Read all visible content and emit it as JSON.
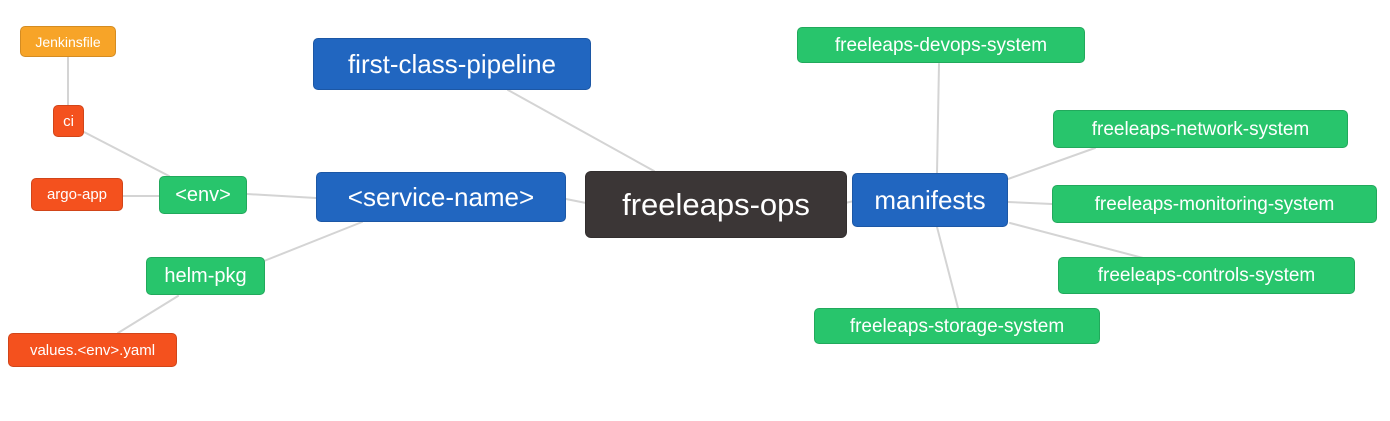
{
  "diagram": {
    "type": "mindmap",
    "root_id": "freeleaps-ops"
  },
  "colors": {
    "canvas": "#ffffff",
    "root": "#3b3636",
    "branch": "#2166c0",
    "green": "#28c56c",
    "red": "#f4511e",
    "orange": "#f7a428",
    "edge": "#d4d4d4",
    "node_text": "#ffffff"
  },
  "nodes": [
    {
      "id": "freeleaps-ops",
      "label": "freeleaps-ops",
      "parent": null,
      "color_role": "root"
    },
    {
      "id": "first-class-pipeline",
      "label": "first-class-pipeline",
      "parent": "freeleaps-ops",
      "color_role": "branch"
    },
    {
      "id": "service-name",
      "label": "<service-name>",
      "parent": "freeleaps-ops",
      "color_role": "branch"
    },
    {
      "id": "env",
      "label": "<env>",
      "parent": "service-name",
      "color_role": "green"
    },
    {
      "id": "ci",
      "label": "ci",
      "parent": "env",
      "color_role": "red"
    },
    {
      "id": "jenkinsfile",
      "label": "Jenkinsfile",
      "parent": "ci",
      "color_role": "orange"
    },
    {
      "id": "argo-app",
      "label": "argo-app",
      "parent": "env",
      "color_role": "red"
    },
    {
      "id": "helm-pkg",
      "label": "helm-pkg",
      "parent": "service-name",
      "color_role": "green"
    },
    {
      "id": "values-env-yaml",
      "label": "values.<env>.yaml",
      "parent": "helm-pkg",
      "color_role": "red"
    },
    {
      "id": "manifests",
      "label": "manifests",
      "parent": "freeleaps-ops",
      "color_role": "branch"
    },
    {
      "id": "freeleaps-devops-system",
      "label": "freeleaps-devops-system",
      "parent": "manifests",
      "color_role": "green"
    },
    {
      "id": "freeleaps-network-system",
      "label": "freeleaps-network-system",
      "parent": "manifests",
      "color_role": "green"
    },
    {
      "id": "freeleaps-monitoring-system",
      "label": "freeleaps-monitoring-system",
      "parent": "manifests",
      "color_role": "green"
    },
    {
      "id": "freeleaps-controls-system",
      "label": "freeleaps-controls-system",
      "parent": "manifests",
      "color_role": "green"
    },
    {
      "id": "freeleaps-storage-system",
      "label": "freeleaps-storage-system",
      "parent": "manifests",
      "color_role": "green"
    }
  ],
  "edges": [
    [
      "jenkinsfile",
      "ci"
    ],
    [
      "ci",
      "env"
    ],
    [
      "argo-app",
      "env"
    ],
    [
      "env",
      "service-name"
    ],
    [
      "helm-pkg",
      "service-name"
    ],
    [
      "values-env-yaml",
      "helm-pkg"
    ],
    [
      "first-class-pipeline",
      "freeleaps-ops"
    ],
    [
      "service-name",
      "freeleaps-ops"
    ],
    [
      "freeleaps-ops",
      "manifests"
    ],
    [
      "manifests",
      "freeleaps-devops-system"
    ],
    [
      "manifests",
      "freeleaps-network-system"
    ],
    [
      "manifests",
      "freeleaps-monitoring-system"
    ],
    [
      "manifests",
      "freeleaps-controls-system"
    ],
    [
      "manifests",
      "freeleaps-storage-system"
    ]
  ]
}
